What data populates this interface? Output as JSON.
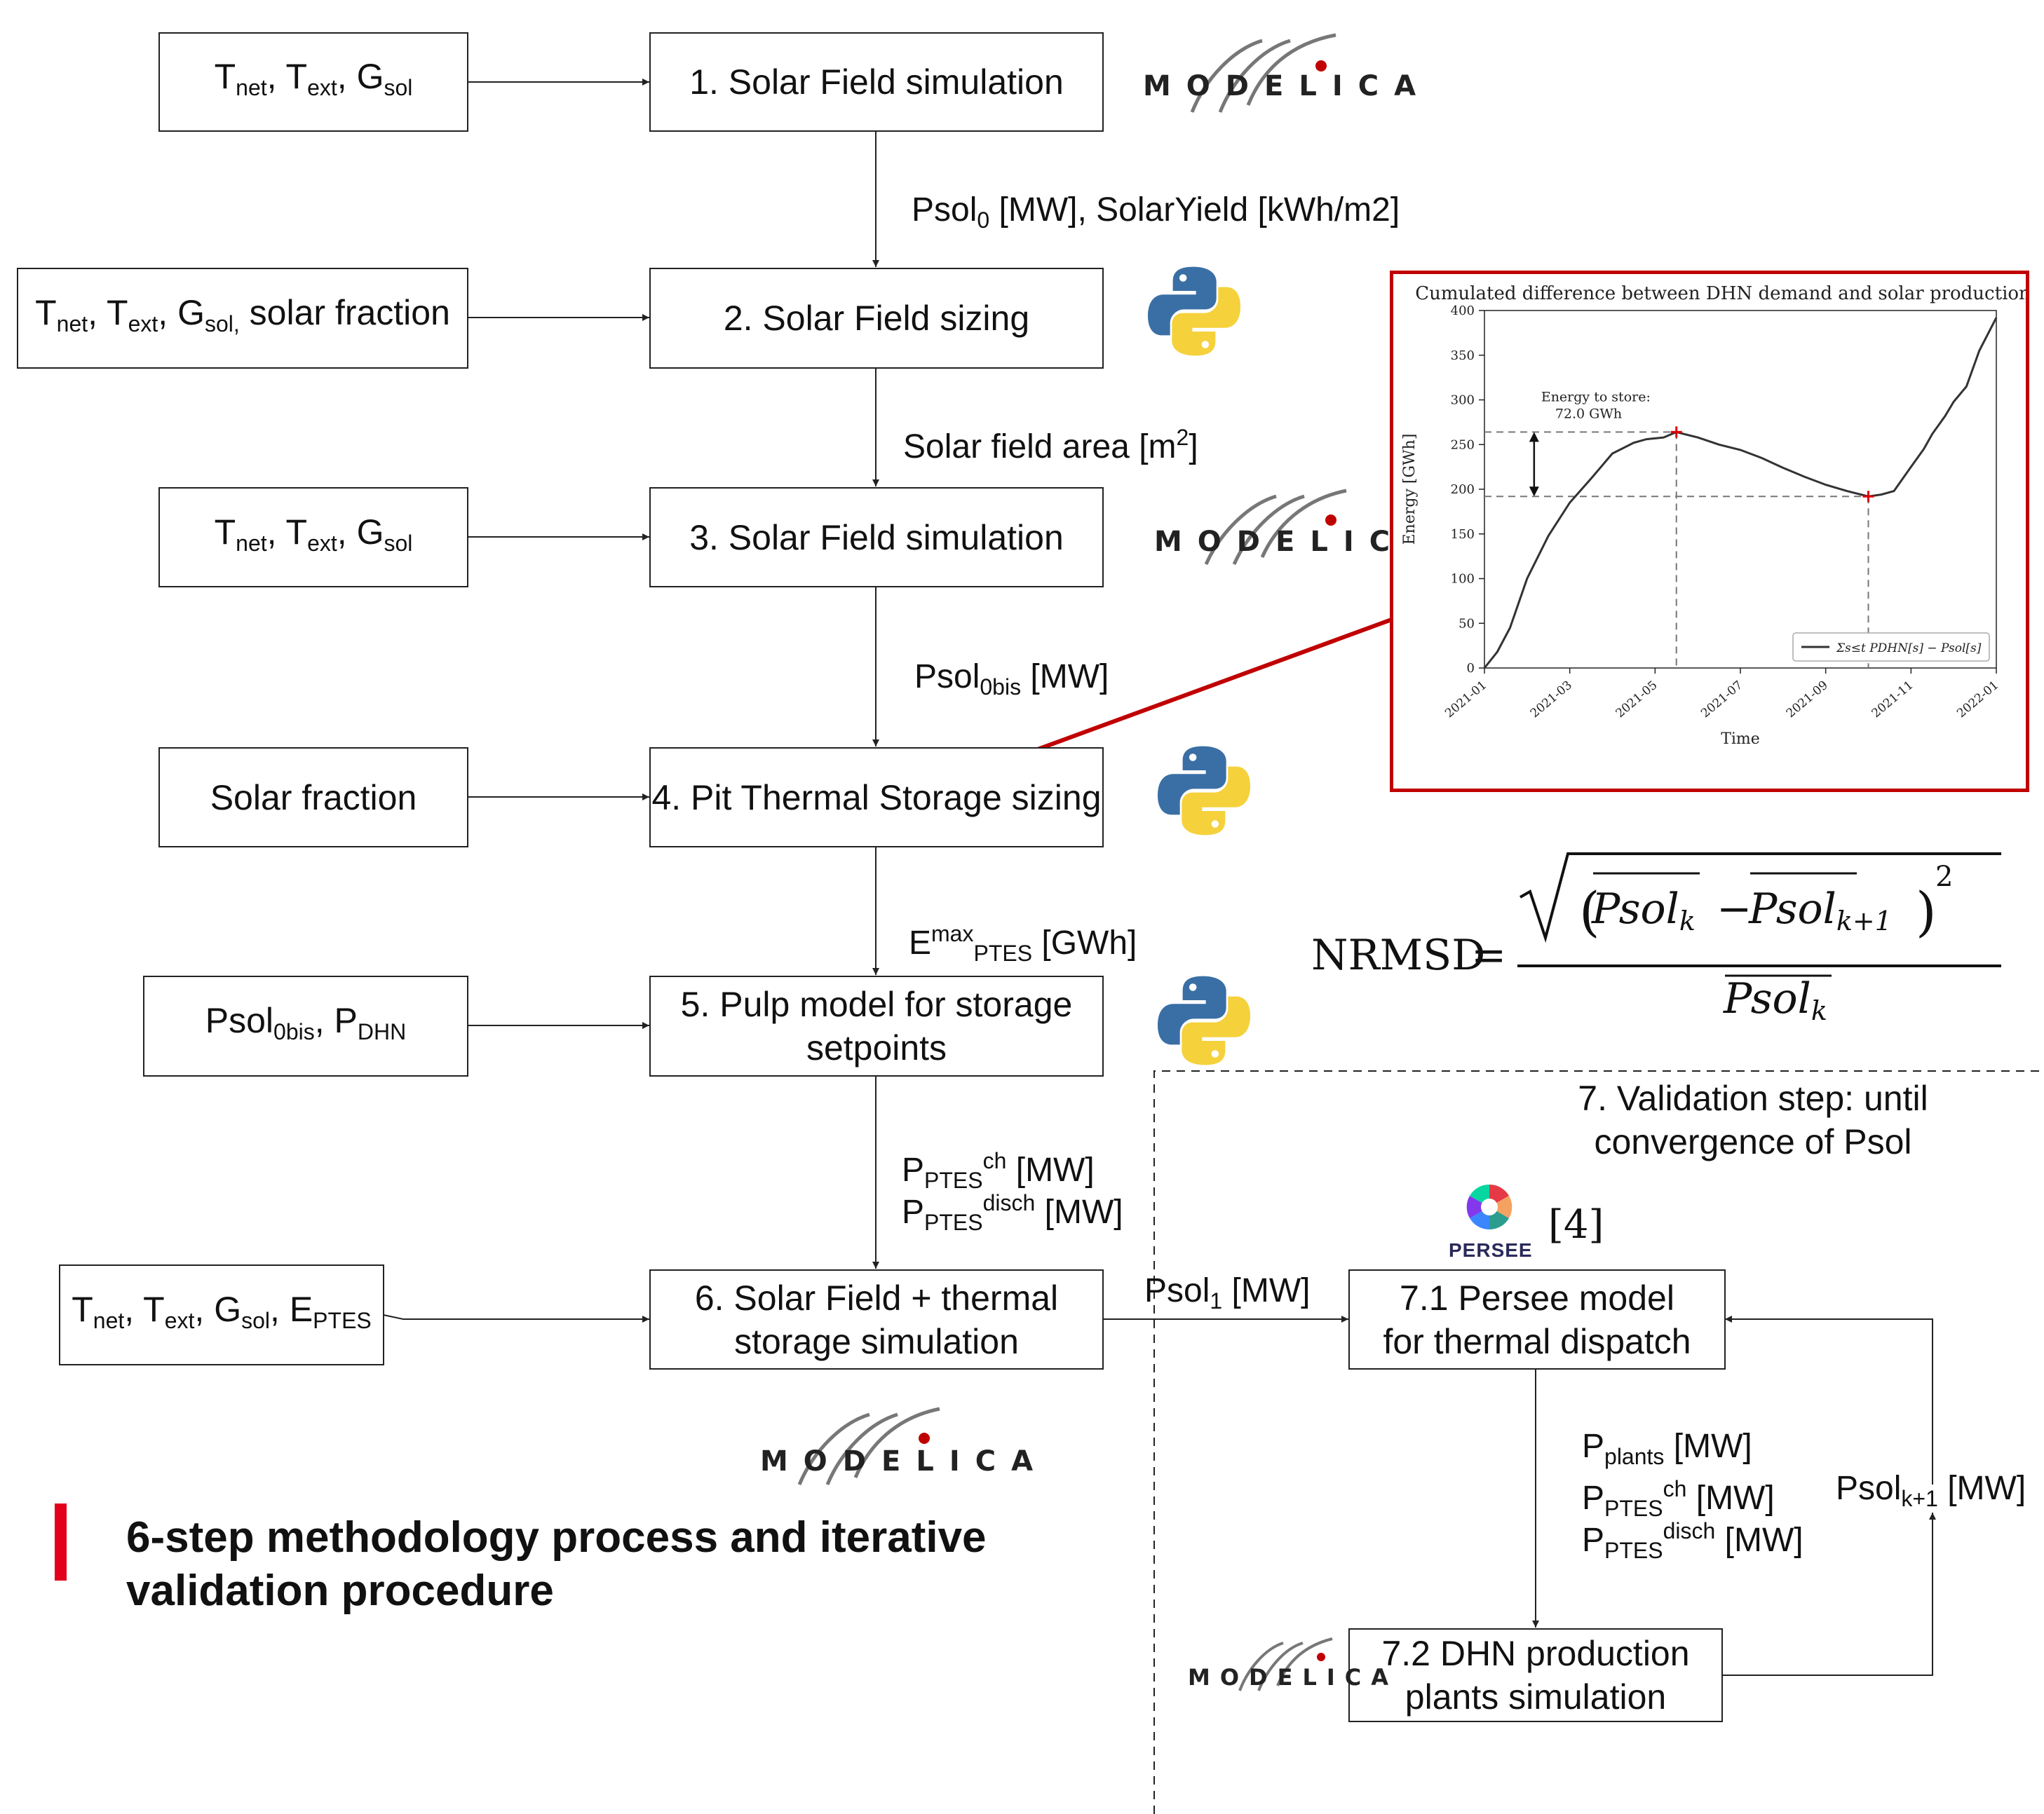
{
  "diagram": {
    "inputs": {
      "in1": {
        "parts": [
          [
            "T",
            "net"
          ],
          [
            "T",
            "ext"
          ],
          [
            "G",
            "sol"
          ]
        ]
      },
      "in2": {
        "parts": [
          [
            "T",
            "net"
          ],
          [
            "T",
            "ext"
          ],
          [
            "G",
            "sol,"
          ]
        ],
        "tail": "solar fraction"
      },
      "in3": {
        "parts": [
          [
            "T",
            "net"
          ],
          [
            "T",
            "ext"
          ],
          [
            "G",
            "sol"
          ]
        ]
      },
      "in4": {
        "text": "Solar fraction"
      },
      "in5": {
        "parts": [
          [
            "Psol",
            "0bis"
          ],
          [
            "P",
            "DHN"
          ]
        ]
      },
      "in6": {
        "parts": [
          [
            "T",
            "net"
          ],
          [
            "T",
            "ext"
          ],
          [
            "G",
            "sol"
          ],
          [
            "E",
            "PTES"
          ]
        ]
      }
    },
    "steps": {
      "s1": "1. Solar Field simulation",
      "s2": "2. Solar Field sizing",
      "s3": "3. Solar Field simulation",
      "s4": "4. Pit Thermal Storage sizing",
      "s5": "5. Pulp model for storage setpoints",
      "s6": "6. Solar Field + thermal storage simulation",
      "s71": "7.1 Persee model for thermal dispatch",
      "s72": "7.2 DHN production plants simulation"
    },
    "arrow_labels": {
      "a12_pre": "Psol",
      "a12_sub": "0",
      "a12_post": " [MW], SolarYield [kWh/m2]",
      "a23_pre": "Solar field area [m",
      "a23_sup": "2",
      "a23_post": "]",
      "a34_pre": "Psol",
      "a34_sub": "0bis",
      "a34_post": " [MW]",
      "a45_pre": "E",
      "a45_sup": "max",
      "a45_sub": "PTES",
      "a45_post": " [GWh]",
      "a56_l1_pre": "P",
      "a56_l1_sub": "PTES",
      "a56_l1_sup": "ch",
      "a56_l1_post": " [MW]",
      "a56_l2_pre": "P",
      "a56_l2_sub": "PTES",
      "a56_l2_sup": "disch",
      "a56_l2_post": " [MW]",
      "a671_pre": "Psol",
      "a671_sub": "1",
      "a671_post": " [MW]",
      "a7172_l1_pre": "P",
      "a7172_l1_sub": "plants",
      "a7172_l1_post": " [MW]",
      "a7172_l2_pre": "P",
      "a7172_l2_sub": "PTES",
      "a7172_l2_sup": "ch",
      "a7172_l2_post": " [MW]",
      "a7172_l3_pre": "P",
      "a7172_l3_sub": "PTES",
      "a7172_l3_sup": "disch",
      "a7172_l3_post": " [MW]",
      "feedback_pre": "Psol",
      "feedback_sub": "k+1",
      "feedback_post": " [MW]"
    },
    "validation_title": "7. Validation step: until convergence of Psol",
    "ref": "[4]",
    "logos": {
      "modelica": "MODELICA",
      "persee": "PERSEE"
    },
    "heading": "6-step methodology process and iterative validation procedure",
    "equation": {
      "lhs": "NRMSD",
      "eq": "=",
      "exp": "2",
      "sym": "Psol",
      "k": "k",
      "k1": "k+1",
      "minus": "−"
    },
    "colors": {
      "accent": "#c00000",
      "python_blue": "#3a6fa5",
      "python_yellow": "#f5d13b",
      "heading_bar": "#e2001a"
    }
  },
  "chart_data": {
    "type": "line",
    "title": "Cumulated difference between DHN demand and solar production",
    "xlabel": "Time",
    "ylabel": "Energy [GWh]",
    "ylim": [
      0,
      400
    ],
    "yticks": [
      0,
      50,
      100,
      150,
      200,
      250,
      300,
      350,
      400
    ],
    "xticks": [
      "2021-01",
      "2021-03",
      "2021-05",
      "2021-07",
      "2021-09",
      "2021-11",
      "2022-01"
    ],
    "legend": "Σs≤t PDHN[s] − Psol[s]",
    "legend_position": "bottom-right",
    "annotation": "Energy to store:\n72.0 GWh",
    "series": [
      {
        "x": [
          0,
          0.3,
          0.6,
          1.0,
          1.5,
          2.0,
          2.5,
          3.0,
          3.5,
          3.8,
          4.2,
          4.5,
          5.0,
          5.5,
          6.0,
          6.5,
          7.0,
          7.5,
          8.0,
          8.5,
          9.0,
          9.3,
          9.6,
          10.0,
          10.3,
          10.5,
          10.8,
          11.0,
          11.3,
          11.6,
          12.0
        ],
        "y": [
          0,
          18,
          45,
          100,
          148,
          185,
          212,
          240,
          252,
          256,
          258,
          264,
          258,
          250,
          244,
          235,
          224,
          214,
          205,
          198,
          192,
          194,
          198,
          225,
          245,
          262,
          282,
          298,
          315,
          355,
          392
        ]
      }
    ],
    "markers": [
      {
        "x": 4.5,
        "y": 264
      },
      {
        "x": 9.0,
        "y": 192
      }
    ]
  }
}
